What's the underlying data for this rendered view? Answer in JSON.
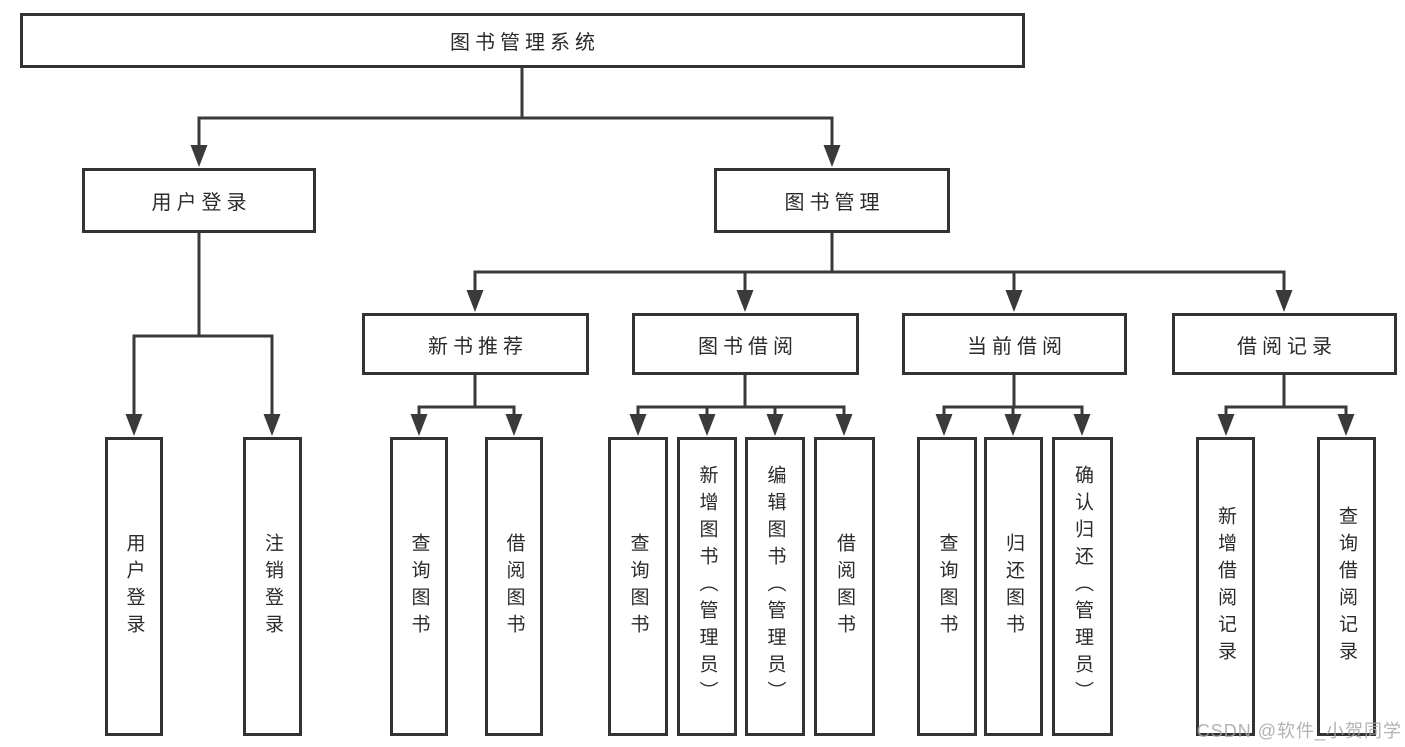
{
  "diagram_type": "function-structure-tree",
  "watermark": {
    "text": "CSDN @软件_小贺同学"
  },
  "colors": {
    "background": "#ffffff",
    "node_border": "#333333",
    "connector": "#3a3a3a",
    "text": "#2b2b2b",
    "watermark": "#a6a6a6"
  },
  "hierarchy": {
    "label": "图书管理系统",
    "children": [
      {
        "label": "用户登录",
        "children": [
          {
            "label": "用户登录"
          },
          {
            "label": "注销登录"
          }
        ]
      },
      {
        "label": "图书管理",
        "children": [
          {
            "label": "新书推荐",
            "children": [
              {
                "label": "查询图书"
              },
              {
                "label": "借阅图书"
              }
            ]
          },
          {
            "label": "图书借阅",
            "children": [
              {
                "label": "查询图书"
              },
              {
                "label": "新增图书（管理员）"
              },
              {
                "label": "编辑图书（管理员）"
              },
              {
                "label": "借阅图书"
              }
            ]
          },
          {
            "label": "当前借阅",
            "children": [
              {
                "label": "查询图书"
              },
              {
                "label": "归还图书"
              },
              {
                "label": "确认归还（管理员）"
              }
            ]
          },
          {
            "label": "借阅记录",
            "children": [
              {
                "label": "新增借阅记录"
              },
              {
                "label": "查询借阅记录"
              }
            ]
          }
        ]
      }
    ]
  }
}
